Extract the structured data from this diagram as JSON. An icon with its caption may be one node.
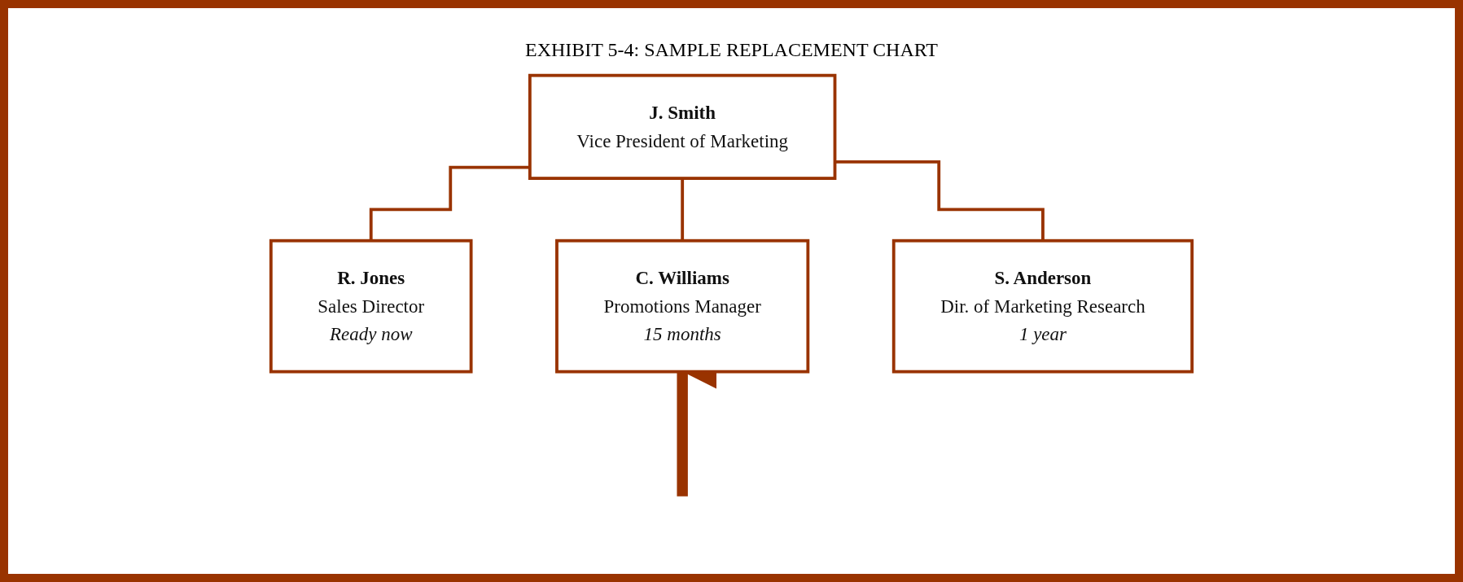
{
  "diagram": {
    "title": "EXHIBIT 5-4: SAMPLE REPLACEMENT CHART",
    "nodes": [
      {
        "text": [
          "J. Smith",
          "Vice President of Marketing"
        ]
      },
      {
        "text": [
          "R. Jones",
          "Sales Director",
          "Ready now"
        ]
      },
      {
        "text": [
          "C. Williams",
          "Promotions Manager",
          "15 months"
        ]
      },
      {
        "text": [
          "S. Anderson",
          "Dir. of Marketing Research",
          "1 year"
        ]
      }
    ],
    "edges": [
      {
        "from": 0,
        "to": 1,
        "arrow": "none"
      },
      {
        "from": 0,
        "to": 2,
        "arrow": "none"
      },
      {
        "from": 0,
        "to": 3,
        "arrow": "none"
      },
      {
        "from": null,
        "to": 2,
        "arrow": "to",
        "style": "thick"
      }
    ]
  }
}
